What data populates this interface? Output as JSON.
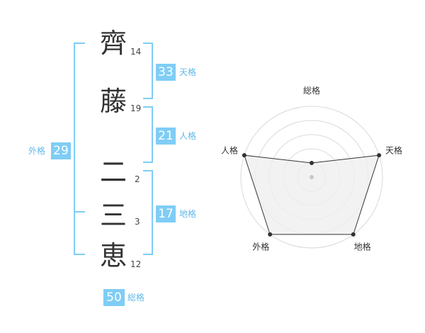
{
  "name_chars": [
    {
      "char": "齊",
      "strokes": "14"
    },
    {
      "char": "藤",
      "strokes": "19"
    },
    {
      "char": "二",
      "strokes": "2"
    },
    {
      "char": "三",
      "strokes": "3"
    },
    {
      "char": "恵",
      "strokes": "12"
    }
  ],
  "kaku": {
    "tenkaku": {
      "value": "33",
      "label": "天格"
    },
    "jinkaku": {
      "value": "21",
      "label": "人格"
    },
    "chikaku": {
      "value": "17",
      "label": "地格"
    },
    "gaikaku": {
      "value": "29",
      "label": "外格"
    },
    "soukaku": {
      "value": "50",
      "label": "総格"
    }
  },
  "colors": {
    "accent": "#7fcdf6",
    "label": "#62b9e8",
    "grid": "#d9d9d9",
    "fill": "#efefef",
    "line": "#333333"
  },
  "chart_data": {
    "type": "radar",
    "axes": [
      "総格",
      "天格",
      "地格",
      "外格",
      "人格"
    ],
    "values": [
      1,
      5,
      5,
      5,
      5
    ],
    "max": 5
  }
}
